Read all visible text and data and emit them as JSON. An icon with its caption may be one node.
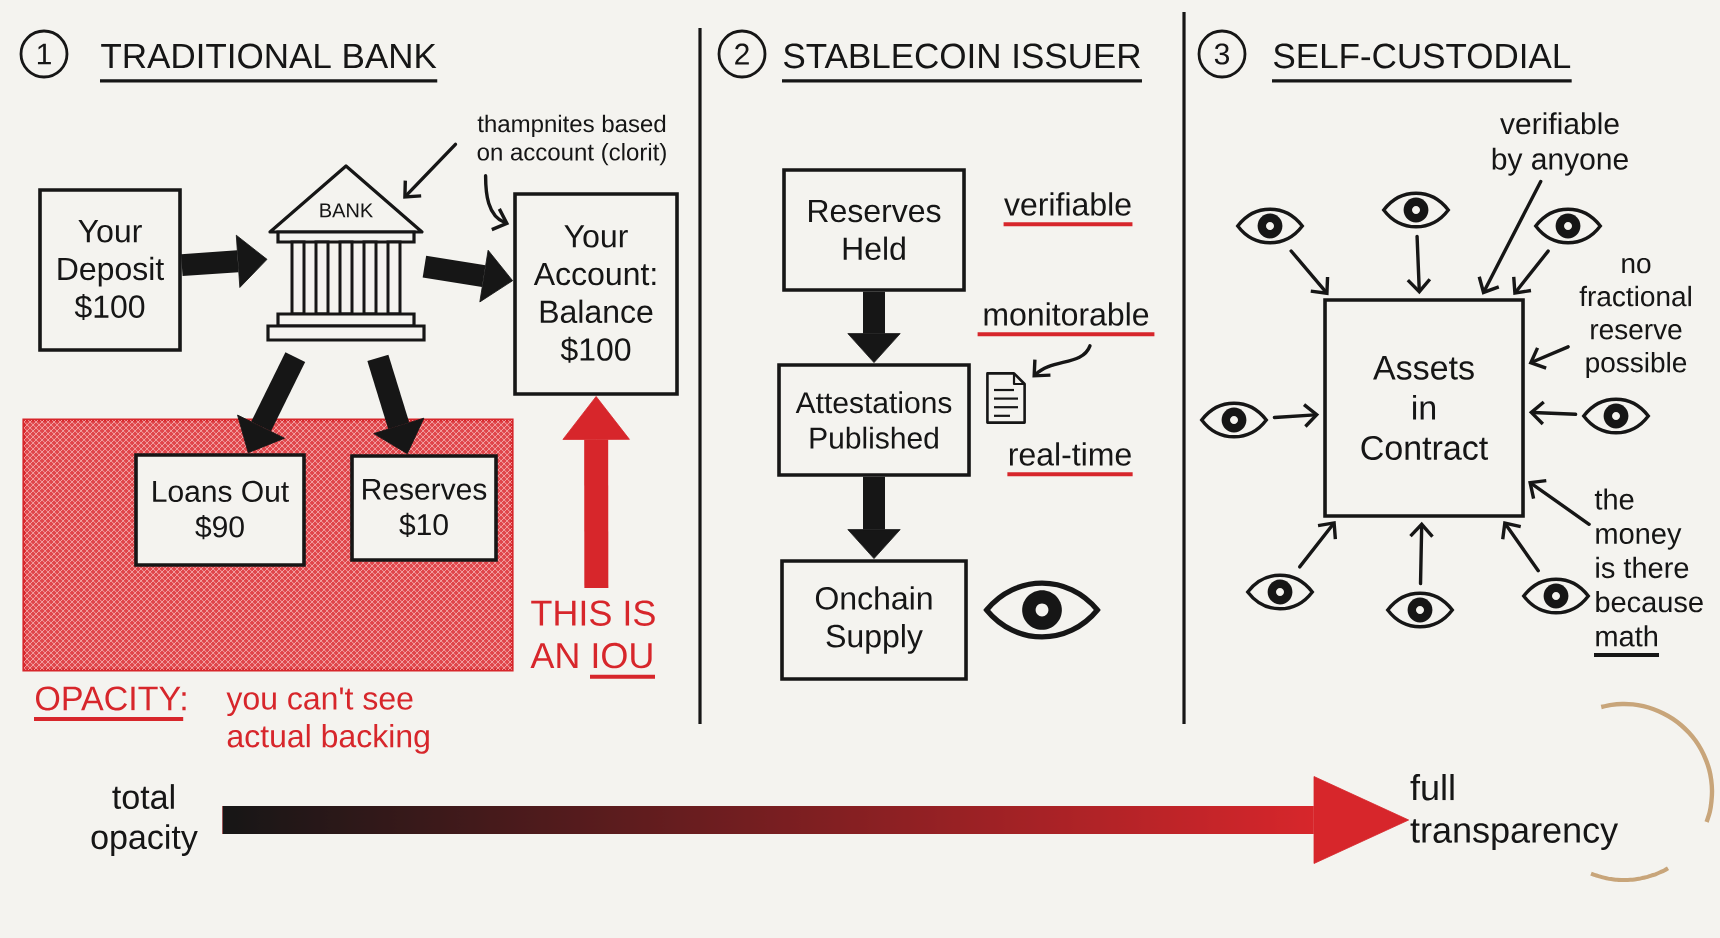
{
  "diagram": {
    "nodes": [
      {
        "text": [
          "thampnites based on account (clorit)"
        ]
      },
      {
        "text": [
          "Your Deposit $100"
        ]
      },
      {
        "text": [
          "BANK"
        ]
      },
      {
        "text": [
          "Your Account: Balance $100"
        ]
      },
      {
        "text": [],
        "shape": "box",
        "beside": [
          "OPACITY:",
          "you can't see actual backing"
        ]
      },
      {
        "text": [
          "Loans Out $90"
        ],
        "in": 4
      },
      {
        "text": [
          "Reserves $10"
        ],
        "in": 4
      },
      {
        "text": [
          "THIS IS AN IOU"
        ]
      },
      {
        "text": [
          "Reserves Held"
        ]
      },
      {
        "text": [
          "Attestations Published"
        ]
      },
      {
        "text": [
          "monitorable"
        ]
      },
      {
        "text": [],
        "shape": "document"
      },
      {
        "text": [
          "Onchain Supply"
        ]
      },
      {
        "text": [],
        "shape": "eye"
      },
      {
        "text": [
          "verifiable by anyone"
        ]
      },
      {
        "text": [],
        "shape": "eye"
      },
      {
        "text": [],
        "shape": "eye"
      },
      {
        "text": [],
        "shape": "eye"
      },
      {
        "text": [
          "no fractional reserve possible"
        ]
      },
      {
        "text": [],
        "shape": "eye"
      },
      {
        "text": [
          "Assets in Contract"
        ]
      },
      {
        "text": [],
        "shape": "eye"
      },
      {
        "text": [
          "the money is there because math"
        ]
      },
      {
        "text": [],
        "shape": "eye"
      },
      {
        "text": [],
        "shape": "eye"
      },
      {
        "text": [],
        "shape": "eye"
      },
      {
        "text": [
          "total opacity"
        ]
      },
      {
        "text": [
          "full transparency"
        ]
      }
    ],
    "edges": [
      {
        "from": 0,
        "to": 2,
        "arrow": "to"
      },
      {
        "from": 0,
        "to": 3,
        "arrow": "to"
      },
      {
        "from": 1,
        "to": 2,
        "arrow": "to",
        "style": "thick"
      },
      {
        "from": 2,
        "to": 3,
        "arrow": "to",
        "style": "thick"
      },
      {
        "from": 2,
        "to": 5,
        "arrow": "to",
        "style": "thick"
      },
      {
        "from": 2,
        "to": 6,
        "arrow": "to",
        "style": "thick"
      },
      {
        "from": 7,
        "to": 3,
        "arrow": "to",
        "style": "thick",
        "color": "#d7262b"
      },
      {
        "from": 8,
        "to": 9,
        "arrow": "to",
        "style": "thick"
      },
      {
        "from": 9,
        "to": 12,
        "arrow": "to",
        "style": "thick"
      },
      {
        "from": 10,
        "to": 11,
        "arrow": "to"
      },
      {
        "from": 14,
        "to": 20,
        "arrow": "to"
      },
      {
        "from": 15,
        "to": 20,
        "arrow": "to"
      },
      {
        "from": 16,
        "to": 20,
        "arrow": "to"
      },
      {
        "from": 17,
        "to": 20,
        "arrow": "to"
      },
      {
        "from": 18,
        "to": 20,
        "arrow": "to"
      },
      {
        "from": 19,
        "to": 20,
        "arrow": "to"
      },
      {
        "from": 21,
        "to": 20,
        "arrow": "to"
      },
      {
        "from": 22,
        "to": 20,
        "arrow": "to"
      },
      {
        "from": 23,
        "to": 20,
        "arrow": "to"
      },
      {
        "from": 24,
        "to": 20,
        "arrow": "to"
      },
      {
        "from": 25,
        "to": 20,
        "arrow": "to"
      },
      {
        "from": 26,
        "to": 27,
        "arrow": "to",
        "style": "thick",
        "color": "#d7262b"
      }
    ],
    "labels": [
      "1",
      "TRADITIONAL BANK",
      "2",
      "STABLECOIN ISSUER",
      "3",
      "SELF-CUSTODIAL",
      "verifiable",
      "real-time"
    ]
  }
}
